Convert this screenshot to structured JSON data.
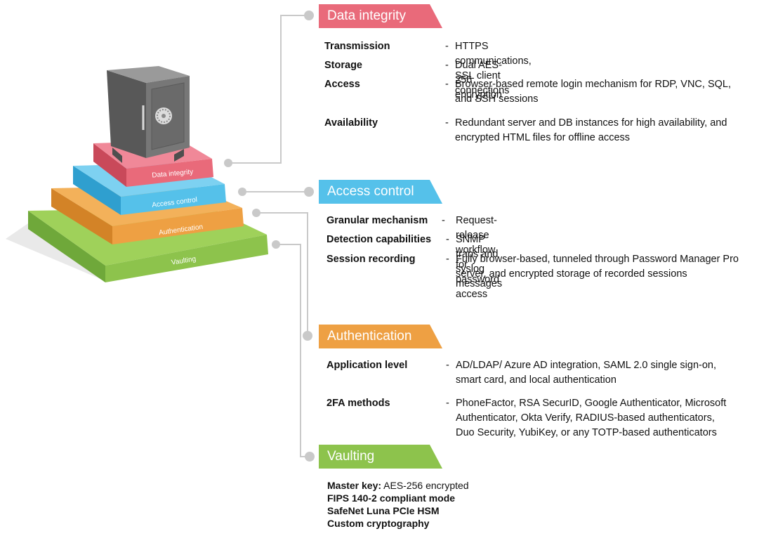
{
  "pyramid_labels": {
    "data_integrity": "Data integrity",
    "access_control": "Access control",
    "authentication": "Authentication",
    "vaulting": "Vaulting"
  },
  "colors": {
    "data_integrity": "#e96a7a",
    "access_control": "#55c1ea",
    "authentication": "#eea043",
    "vaulting": "#8dc34c",
    "connector": "#c9c9c9",
    "safe": "#6f6f6f"
  },
  "sections": {
    "data_integrity": {
      "title": "Data integrity",
      "rows": [
        {
          "label": "Transmission",
          "desc": [
            "HTTPS communications, SSL client connections"
          ]
        },
        {
          "label": "Storage",
          "desc": [
            "Dual AES-256 encryption"
          ]
        },
        {
          "label": "Access",
          "desc": [
            "Browser-based remote login mechanism for RDP, VNC, SQL,",
            "and SSH sessions"
          ]
        },
        {
          "label": "Availability",
          "desc": [
            "Redundant server and DB instances for high availability, and",
            "encrypted HTML files for offline access"
          ]
        }
      ]
    },
    "access_control": {
      "title": "Access control",
      "rows": [
        {
          "label": "Granular mechanism",
          "desc": [
            "Request-release workflow for password access"
          ]
        },
        {
          "label": "Detection capabilities",
          "desc": [
            "SNMP traps and syslog messages"
          ]
        },
        {
          "label": "Session recording",
          "desc": [
            "Fully browser-based, tunneled through Password Manager Pro",
            "server, and encrypted storage of recorded sessions"
          ]
        }
      ]
    },
    "authentication": {
      "title": "Authentication",
      "rows": [
        {
          "label": "Application level",
          "desc": [
            "AD/LDAP/ Azure AD integration, SAML 2.0 single sign-on,",
            "smart card, and local authentication"
          ]
        },
        {
          "label": "2FA methods",
          "desc": [
            "PhoneFactor, RSA SecurID, Google Authenticator, Microsoft",
            "Authenticator, Okta Verify, RADIUS-based authenticators,",
            "Duo Security, YubiKey, or any TOTP-based authenticators"
          ]
        }
      ]
    },
    "vaulting": {
      "title": "Vaulting",
      "master_key_label": "Master key:",
      "master_key_value": " AES-256 encrypted",
      "items": [
        "FIPS 140-2 compliant mode",
        "SafeNet Luna PCIe HSM",
        "Custom cryptography"
      ]
    }
  },
  "dash": "-"
}
